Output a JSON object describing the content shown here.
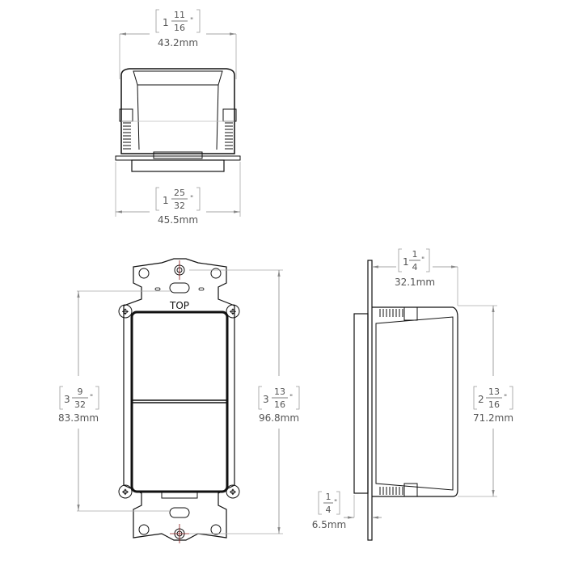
{
  "views": {
    "top_view": {
      "width_top_in_whole": "1",
      "width_top_in_num": "11",
      "width_top_in_den": "16",
      "width_top_mm": "43.2mm",
      "width_bottom_in_whole": "1",
      "width_bottom_in_num": "25",
      "width_bottom_in_den": "32",
      "width_bottom_mm": "45.5mm"
    },
    "front_view": {
      "label_top": "TOP",
      "height_inner_in_whole": "3",
      "height_inner_in_num": "9",
      "height_inner_in_den": "32",
      "height_inner_mm": "83.3mm",
      "height_outer_in_whole": "3",
      "height_outer_in_num": "13",
      "height_outer_in_den": "16",
      "height_outer_mm": "96.8mm"
    },
    "side_view": {
      "depth_in_whole": "1",
      "depth_in_num": "1",
      "depth_in_den": "4",
      "depth_mm": "32.1mm",
      "height_in_whole": "2",
      "height_in_num": "13",
      "height_in_den": "16",
      "height_mm": "71.2mm",
      "front_in_whole": "",
      "front_in_num": "1",
      "front_in_den": "4",
      "front_mm": "6.5mm"
    }
  },
  "colors": {
    "line": "#111111",
    "dim": "#888888",
    "text": "#555555",
    "center": "#8b1a1a"
  }
}
